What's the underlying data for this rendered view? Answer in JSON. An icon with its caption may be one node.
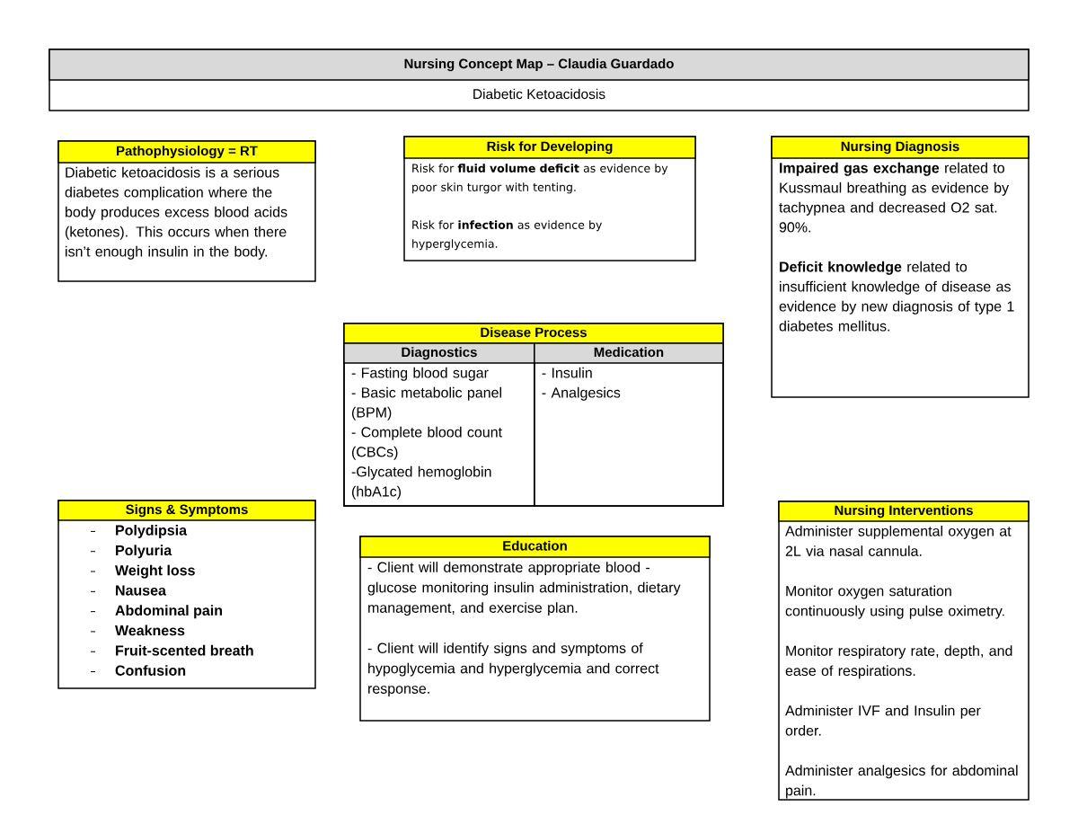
{
  "diagram": {
    "nodes": [
      {
        "text": [
          "Nursing Concept Map – Claudia Guardado",
          "Diabetic Ketoacidosis"
        ]
      },
      {
        "text": [
          "Pathophysiology = RT",
          "Diabetic ketoacidosis is a serious diabetes complication where the body produces excess blood acids (ketones). This occurs when there isn’t enough insulin in the body."
        ]
      },
      {
        "text": [
          "Risk for Developing",
          "Risk for **fluid volume deficit** as evidence by poor skin turgor with tenting.",
          "Risk for **infection** as evidence by hyperglycemia."
        ]
      },
      {
        "text": [
          "Nursing Diagnosis",
          "**Impaired gas exchange** related to Kussmaul breathing as evidence by tachypnea and decreased O2 sat. 90%.",
          "**Deficit knowledge** related to insufficient knowledge of disease as evidence by new diagnosis of type 1 diabetes mellitus."
        ]
      },
      {
        "text": [
          "Disease Process"
        ]
      },
      {
        "text": [
          "Diagnostics",
          "- Fasting blood sugar",
          "- Basic metabolic panel (BPM)",
          "- Complete blood count (CBCs)",
          "-Glycated hemoglobin (hbA1c)"
        ],
        "in": 4
      },
      {
        "text": [
          "Medication",
          "- Insulin",
          "- Analgesics"
        ],
        "in": 4
      },
      {
        "text": [
          "Signs & Symptoms",
          "Polydipsia",
          "Polyuria",
          "Weight loss",
          "Nausea",
          "Abdominal pain",
          "Weakness",
          "Fruit-scented breath",
          "Confusion"
        ]
      },
      {
        "text": [
          "Education",
          "- Client will demonstrate appropriate blood - glucose monitoring insulin administration, dietary management, and exercise plan.",
          "- Client will identify signs and symptoms of hypoglycemia and hyperglycemia and correct response."
        ]
      },
      {
        "text": [
          "Nursing Interventions",
          "Administer supplemental oxygen at 2L via nasal cannula.",
          "Monitor oxygen saturation continuously using pulse oximetry.",
          "Monitor respiratory rate, depth, and ease of respirations.",
          "Administer IVF and Insulin per order.",
          "Administer analgesics for abdominal pain."
        ]
      }
    ]
  }
}
